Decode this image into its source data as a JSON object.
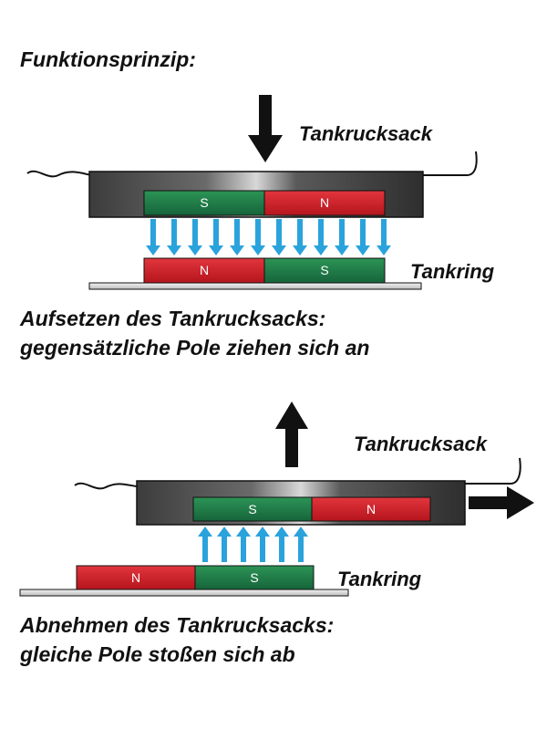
{
  "title": "Funktionsprinzip:",
  "colors": {
    "north": "#d8262e",
    "south": "#1f7f45",
    "field_arrow": "#2aa3dc",
    "force_arrow": "#111111",
    "housing": "#3a3a3a",
    "base_plate": "#dddddd"
  },
  "scene_attach": {
    "bag_label": "Tankrucksack",
    "ring_label": "Tankring",
    "bag_magnets": [
      "S",
      "N"
    ],
    "ring_magnets": [
      "N",
      "S"
    ],
    "field_direction": "down",
    "force_arrows": [
      "arrow-down-icon"
    ],
    "caption_line_1": "Aufsetzen des Tankrucksacks:",
    "caption_line_2": "gegensätzliche Pole ziehen sich an"
  },
  "scene_detach": {
    "bag_label": "Tankrucksack",
    "ring_label": "Tankring",
    "bag_magnets": [
      "S",
      "N"
    ],
    "ring_magnets": [
      "N",
      "S"
    ],
    "field_direction": "up",
    "force_arrows": [
      "arrow-up-icon",
      "arrow-right-icon"
    ],
    "caption_line_1": "Abnehmen des Tankrucksacks:",
    "caption_line_2": "gleiche Pole stoßen sich ab"
  }
}
